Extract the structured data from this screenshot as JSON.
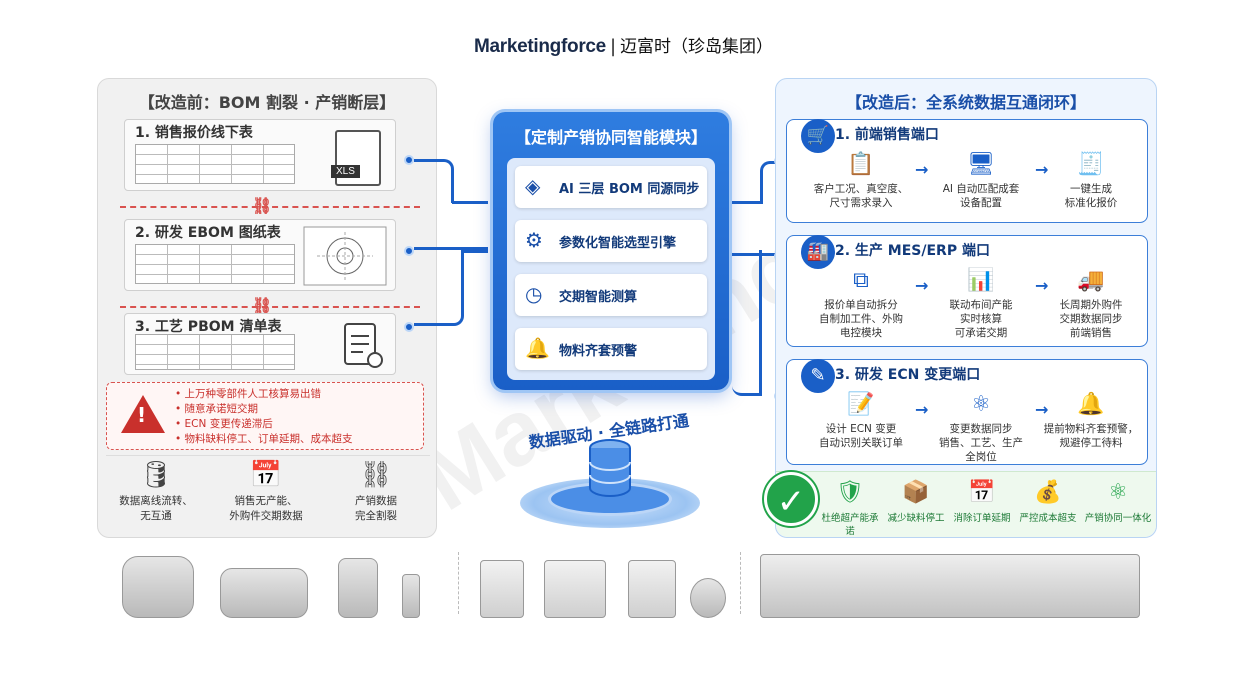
{
  "header": {
    "brand": "Marketingforce",
    "separator": "|",
    "subtitle": "迈富时（珍岛集团）"
  },
  "left": {
    "title": "【改造前：BOM 割裂 · 产销断层】",
    "boxes": [
      {
        "title": "1. 销售报价线下表",
        "file_tag": "XLS"
      },
      {
        "title": "2. 研发 EBOM 图纸表"
      },
      {
        "title": "3. 工艺 PBOM 清单表"
      }
    ],
    "warnings": [
      "上万种零部件人工核算易出错",
      "随意承诺短交期",
      "ECN 变更传递滞后",
      "物料缺料停工、订单延期、成本超支"
    ],
    "bottom": [
      {
        "icon": "database-x-icon",
        "text": "数据离线流转、\n无互通"
      },
      {
        "icon": "calendar-x-icon",
        "text": "销售无产能、\n外购件交期数据"
      },
      {
        "icon": "broken-link-icon",
        "text": "产销数据\n完全割裂"
      }
    ]
  },
  "center": {
    "title": "【定制产销协同智能模块】",
    "items": [
      {
        "icon": "layers-icon",
        "label": "AI 三层 BOM 同源同步"
      },
      {
        "icon": "gear-icon",
        "label": "参数化智能选型引擎"
      },
      {
        "icon": "clock-chart-icon",
        "label": "交期智能测算"
      },
      {
        "icon": "bell-icon",
        "label": "物料齐套预警"
      }
    ],
    "slogan": "数据驱动 · 全链路打通"
  },
  "right": {
    "title": "【改造后：全系统数据互通闭环】",
    "sections": [
      {
        "title": "1. 前端销售端口",
        "steps": [
          "客户工况、真空度、\n尺寸需求录入",
          "AI 自动匹配成套\n设备配置",
          "一键生成\n标准化报价"
        ]
      },
      {
        "title": "2. 生产 MES/ERP 端口",
        "steps": [
          "报价单自动拆分\n自制加工件、外购\n电控模块",
          "联动布间产能\n实时核算\n可承诺交期",
          "长周期外购件\n交期数据同步\n前端销售"
        ]
      },
      {
        "title": "3. 研发 ECN 变更端口",
        "steps": [
          "设计 ECN 变更\n自动识别关联订单",
          "变更数据同步\n销售、工艺、生产\n全岗位",
          "提前物料齐套预警，\n规避停工待料"
        ]
      }
    ],
    "benefits": [
      "杜绝超产能承诺",
      "减少缺料停工",
      "消除订单延期",
      "严控成本超支",
      "产销协同一体化"
    ]
  },
  "colors": {
    "primary": "#1a5fc7",
    "danger": "#c9302c",
    "success": "#22a34a"
  }
}
